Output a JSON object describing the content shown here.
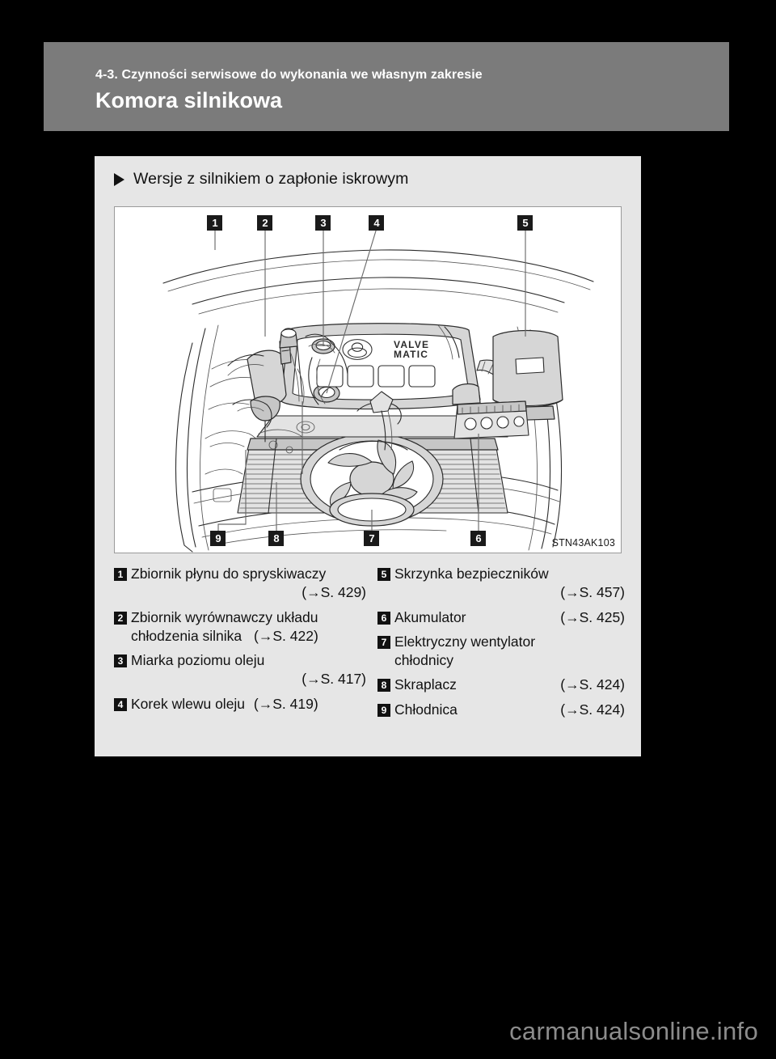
{
  "header": {
    "eyebrow": "4-3. Czynności serwisowe do wykonania we własnym zakresie",
    "title": "Komora silnikowa",
    "background_color": "#7b7b7b"
  },
  "panel": {
    "background_color": "#e6e6e6",
    "heading": "Wersje z silnikiem o zapłonie iskrowym",
    "bullet_icon": "triangle-right-icon"
  },
  "figure": {
    "code": "STN43AK103",
    "alt": "Schemat komory silnikowej z numerowanymi odnośnikami",
    "engine_cover_text_line1": "VALVE",
    "engine_cover_text_line2": "MATIC",
    "callouts_top": [
      "1",
      "2",
      "3",
      "4",
      "5"
    ],
    "callouts_bottom": [
      "9",
      "8",
      "7",
      "6"
    ]
  },
  "legend": {
    "left": [
      {
        "number": "1",
        "lines": [
          "Zbiornik płynu do spryskiwaczy"
        ],
        "ref": "(→S. 429)",
        "ref_on_own_line": true
      },
      {
        "number": "2",
        "lines": [
          "Zbiornik wyrównawczy układu",
          "chłodzenia silnika"
        ],
        "ref": "(→S. 422)",
        "ref_on_own_line": false
      },
      {
        "number": "3",
        "lines": [
          "Miarka poziomu oleju"
        ],
        "ref": "(→S. 417)",
        "ref_on_own_line": true
      },
      {
        "number": "4",
        "lines": [
          "Korek wlewu oleju"
        ],
        "ref": "(→S. 419)",
        "ref_on_own_line": false
      }
    ],
    "right": [
      {
        "number": "5",
        "lines": [
          "Skrzynka bezpieczników"
        ],
        "ref": "(→S. 457)",
        "ref_on_own_line": true
      },
      {
        "number": "6",
        "lines": [
          "Akumulator"
        ],
        "ref": "(→S. 425)",
        "ref_on_own_line": false
      },
      {
        "number": "7",
        "lines": [
          "Elektryczny wentylator",
          "chłodnicy"
        ],
        "ref": "",
        "ref_on_own_line": false
      },
      {
        "number": "8",
        "lines": [
          "Skraplacz"
        ],
        "ref": "(→S. 424)",
        "ref_on_own_line": false
      },
      {
        "number": "9",
        "lines": [
          "Chłodnica"
        ],
        "ref": "(→S. 424)",
        "ref_on_own_line": false
      }
    ]
  },
  "watermark": {
    "text": "carmanualsonline.info",
    "color": "#8c8c8c"
  }
}
